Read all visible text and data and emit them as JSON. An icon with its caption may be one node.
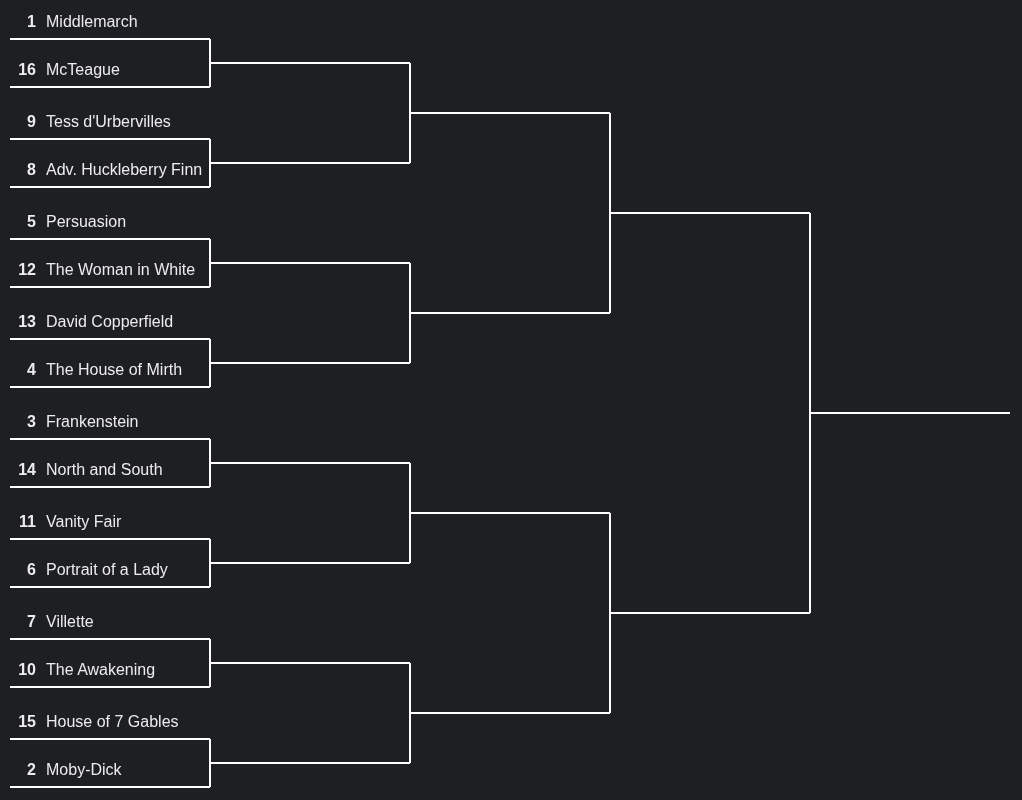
{
  "diagram": {
    "nodes": [
      {
        "text": [
          "1",
          "Middlemarch"
        ]
      },
      {
        "text": [
          "16",
          "McTeague"
        ]
      },
      {
        "text": [
          "9",
          "Tess d'Urbervilles"
        ]
      },
      {
        "text": [
          "8",
          "Adv. Huckleberry Finn"
        ]
      },
      {
        "text": [
          "5",
          "Persuasion"
        ]
      },
      {
        "text": [
          "12",
          "The Woman in White"
        ]
      },
      {
        "text": [
          "13",
          "David Copperfield"
        ]
      },
      {
        "text": [
          "4",
          "The House of Mirth"
        ]
      },
      {
        "text": [
          "3",
          "Frankenstein"
        ]
      },
      {
        "text": [
          "14",
          "North and South"
        ]
      },
      {
        "text": [
          "11",
          "Vanity Fair"
        ]
      },
      {
        "text": [
          "6",
          "Portrait of a Lady"
        ]
      },
      {
        "text": [
          "7",
          "Villette"
        ]
      },
      {
        "text": [
          "10",
          "The Awakening"
        ]
      },
      {
        "text": [
          "15",
          "House of 7 Gables"
        ]
      },
      {
        "text": [
          "2",
          "Moby-Dick"
        ]
      },
      {
        "text": [],
        "shape": "line"
      },
      {
        "text": [],
        "shape": "line"
      },
      {
        "text": [],
        "shape": "line"
      },
      {
        "text": [],
        "shape": "line"
      },
      {
        "text": [],
        "shape": "line"
      },
      {
        "text": [],
        "shape": "line"
      },
      {
        "text": [],
        "shape": "line"
      },
      {
        "text": [],
        "shape": "line"
      },
      {
        "text": [],
        "shape": "line"
      },
      {
        "text": [],
        "shape": "line"
      },
      {
        "text": [],
        "shape": "line"
      },
      {
        "text": [],
        "shape": "line"
      },
      {
        "text": [],
        "shape": "line"
      },
      {
        "text": [],
        "shape": "line"
      },
      {
        "text": [],
        "shape": "line"
      }
    ],
    "edges": [
      {
        "from": 0,
        "to": 16,
        "arrow": "none"
      },
      {
        "from": 1,
        "to": 16,
        "arrow": "none"
      },
      {
        "from": 2,
        "to": 17,
        "arrow": "none"
      },
      {
        "from": 3,
        "to": 17,
        "arrow": "none"
      },
      {
        "from": 4,
        "to": 18,
        "arrow": "none"
      },
      {
        "from": 5,
        "to": 18,
        "arrow": "none"
      },
      {
        "from": 6,
        "to": 19,
        "arrow": "none"
      },
      {
        "from": 7,
        "to": 19,
        "arrow": "none"
      },
      {
        "from": 8,
        "to": 20,
        "arrow": "none"
      },
      {
        "from": 9,
        "to": 20,
        "arrow": "none"
      },
      {
        "from": 10,
        "to": 21,
        "arrow": "none"
      },
      {
        "from": 11,
        "to": 21,
        "arrow": "none"
      },
      {
        "from": 12,
        "to": 22,
        "arrow": "none"
      },
      {
        "from": 13,
        "to": 22,
        "arrow": "none"
      },
      {
        "from": 14,
        "to": 23,
        "arrow": "none"
      },
      {
        "from": 15,
        "to": 23,
        "arrow": "none"
      },
      {
        "from": 16,
        "to": 24,
        "arrow": "none"
      },
      {
        "from": 17,
        "to": 24,
        "arrow": "none"
      },
      {
        "from": 18,
        "to": 25,
        "arrow": "none"
      },
      {
        "from": 19,
        "to": 25,
        "arrow": "none"
      },
      {
        "from": 20,
        "to": 26,
        "arrow": "none"
      },
      {
        "from": 21,
        "to": 26,
        "arrow": "none"
      },
      {
        "from": 22,
        "to": 27,
        "arrow": "none"
      },
      {
        "from": 23,
        "to": 27,
        "arrow": "none"
      },
      {
        "from": 24,
        "to": 28,
        "arrow": "none"
      },
      {
        "from": 25,
        "to": 28,
        "arrow": "none"
      },
      {
        "from": 26,
        "to": 29,
        "arrow": "none"
      },
      {
        "from": 27,
        "to": 29,
        "arrow": "none"
      },
      {
        "from": 28,
        "to": 30,
        "arrow": "none"
      },
      {
        "from": 29,
        "to": 30,
        "arrow": "none"
      }
    ]
  }
}
